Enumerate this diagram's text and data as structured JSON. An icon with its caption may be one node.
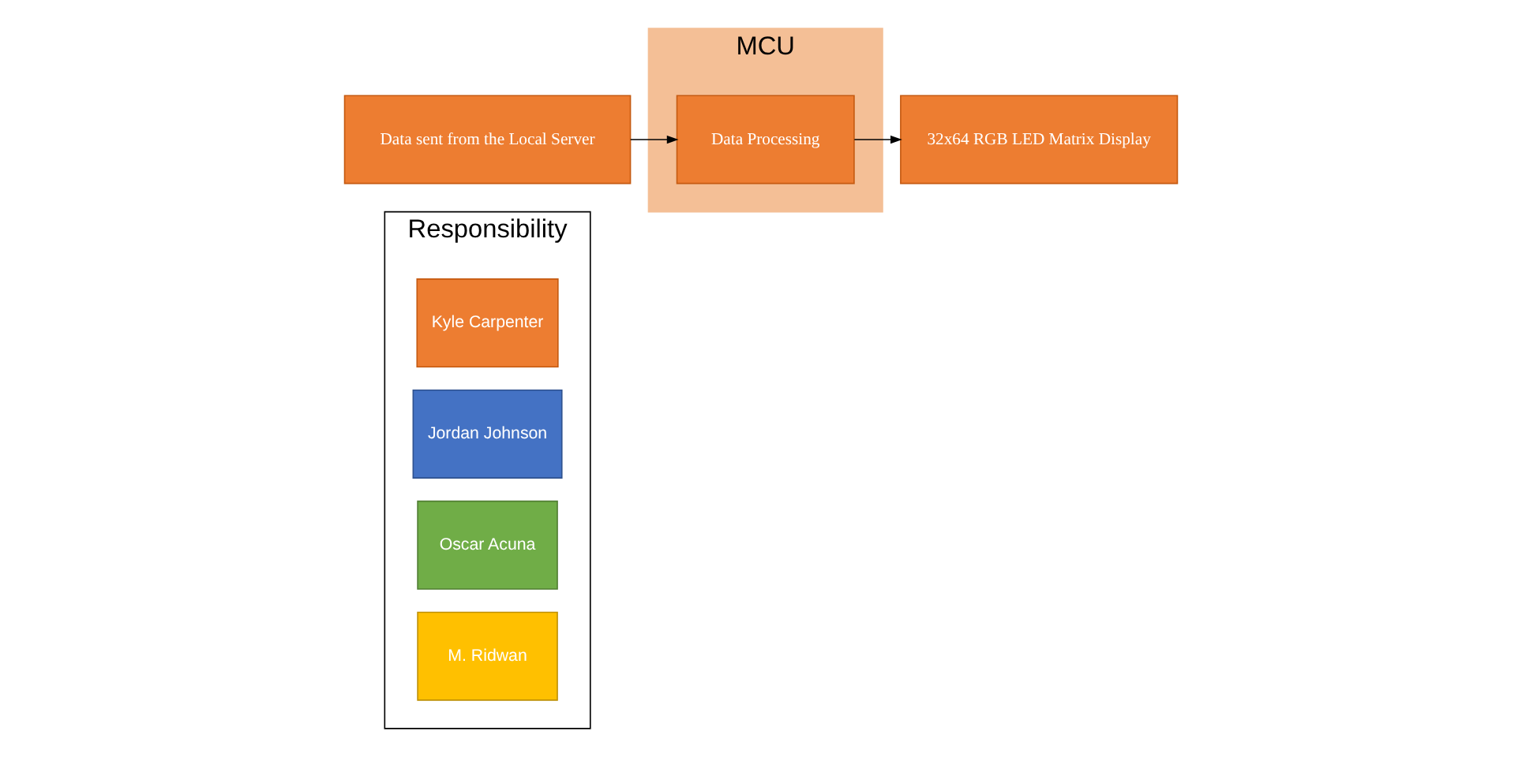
{
  "diagram": {
    "nodes": [
      {
        "text": [
          "Responsibility"
        ]
      },
      {
        "text": [
          "Kyle Carpenter"
        ],
        "in": 0
      },
      {
        "text": [
          "Jordan Johnson"
        ],
        "in": 0
      },
      {
        "text": [
          "Oscar Acuna"
        ],
        "in": 0
      },
      {
        "text": [
          "M. Ridwan"
        ],
        "in": 0
      },
      {
        "text": [
          "Data sent from the Local Server"
        ]
      },
      {
        "text": [
          "MCU"
        ]
      },
      {
        "text": [
          "Data Processing"
        ],
        "in": 6
      },
      {
        "text": [
          "32x64 RGB LED Matrix Display"
        ]
      }
    ],
    "edges": [
      {
        "from": 5,
        "to": 7,
        "arrow": "to"
      },
      {
        "from": 7,
        "to": 8,
        "arrow": "to"
      }
    ]
  }
}
